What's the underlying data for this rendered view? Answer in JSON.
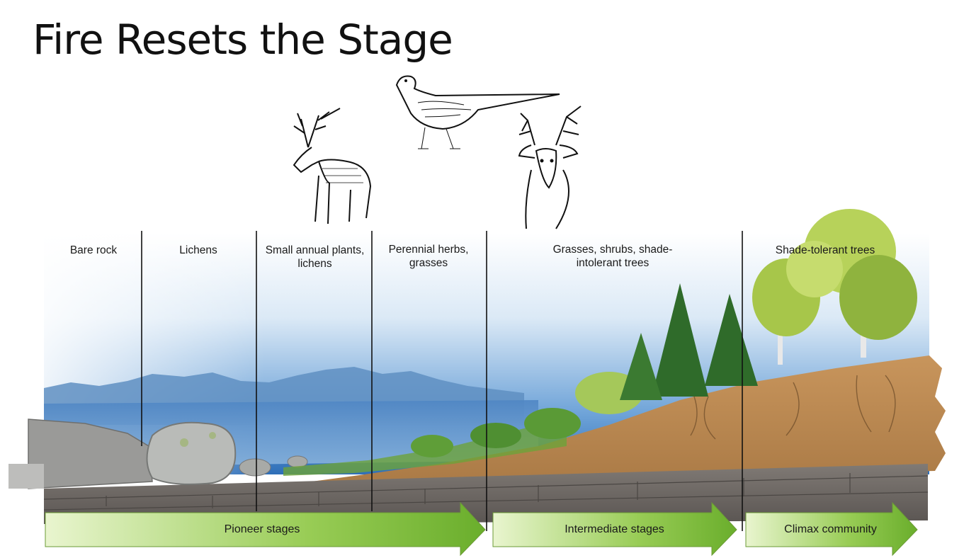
{
  "slide": {
    "title": "Fire Resets the Stage"
  },
  "stages": [
    {
      "label": "Bare rock"
    },
    {
      "label": "Lichens"
    },
    {
      "label": "Small annual plants, lichens"
    },
    {
      "label": "Perennial herbs, grasses"
    },
    {
      "label": "Grasses, shrubs, shade-intolerant trees"
    },
    {
      "label": "Shade-tolerant trees"
    }
  ],
  "phases": [
    {
      "label": "Pioneer stages"
    },
    {
      "label": "Intermediate stages"
    },
    {
      "label": "Climax community"
    }
  ],
  "animals": [
    {
      "icon": "elk-icon"
    },
    {
      "icon": "pheasant-icon"
    },
    {
      "icon": "deer-icon"
    }
  ],
  "colors": {
    "sky_top": "#ffffff",
    "sky_bottom": "#3f82c9",
    "soil": "#b5844f",
    "rock_layer": "#6a6460",
    "arrow_green": "#7bbf3a",
    "tree_dark": "#2f6b2a",
    "tree_light": "#a7c64a"
  }
}
